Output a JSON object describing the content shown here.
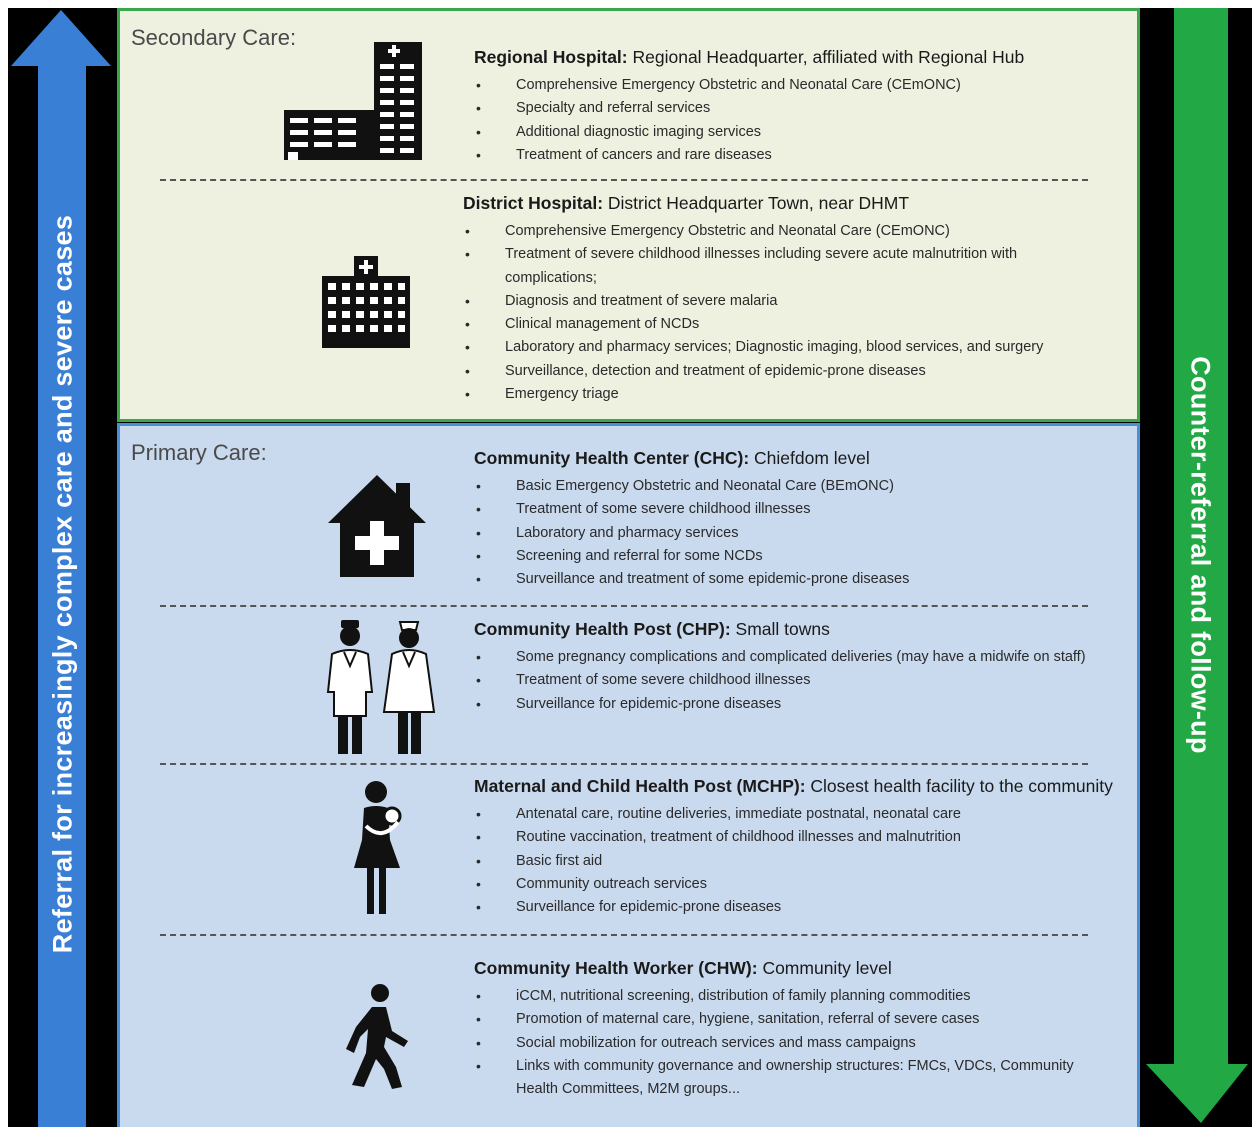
{
  "arrows": {
    "left_label": "Referral for increasingly complex care and severe cases",
    "left_color": "#3a7fd6",
    "right_label": "Counter-referral and follow-up",
    "right_color": "#22a844"
  },
  "secondary": {
    "label": "Secondary Care:",
    "bg_color": "#eef0e0",
    "border_color": "#3aa84a",
    "levels": [
      {
        "icon": "hospital-tower-icon",
        "name": "Regional Hospital:",
        "desc": " Regional Headquarter, affiliated with Regional Hub",
        "items": [
          "Comprehensive Emergency Obstetric and Neonatal Care (CEmONC)",
          "Specialty and referral services",
          "Additional diagnostic imaging services",
          "Treatment of cancers and rare diseases"
        ]
      },
      {
        "icon": "hospital-building-icon",
        "name": "District Hospital:",
        "desc": " District Headquarter Town, near DHMT",
        "items": [
          "Comprehensive Emergency Obstetric and Neonatal Care (CEmONC)",
          "Treatment of severe childhood illnesses  including severe acute malnutrition with complications;",
          "Diagnosis and treatment of severe malaria",
          "Clinical management of NCDs",
          "Laboratory and pharmacy services; Diagnostic imaging, blood services, and surgery",
          "Surveillance, detection and treatment of epidemic-prone diseases",
          "Emergency triage"
        ]
      }
    ]
  },
  "primary": {
    "label": "Primary Care:",
    "bg_color": "#c9d9ee",
    "border_color": "#4a90d9",
    "levels": [
      {
        "icon": "health-house-icon",
        "name": "Community Health Center (CHC):",
        "desc": " Chiefdom level",
        "items": [
          "Basic Emergency Obstetric and Neonatal Care (BEmONC)",
          "Treatment of some severe childhood illnesses",
          "Laboratory and pharmacy services",
          "Screening and referral for some NCDs",
          "Surveillance and treatment of some epidemic-prone diseases"
        ]
      },
      {
        "icon": "doctor-nurse-icon",
        "name": "Community Health Post (CHP):",
        "desc": " Small towns",
        "items": [
          "Some pregnancy complications and complicated deliveries (may have a midwife on staff)",
          "Treatment of some severe childhood illnesses",
          "Surveillance for epidemic-prone diseases"
        ]
      },
      {
        "icon": "mother-child-icon",
        "name": "Maternal and Child Health Post (MCHP):",
        "desc": " Closest health facility to the community",
        "items": [
          "Antenatal care, routine deliveries, immediate postnatal, neonatal care",
          "Routine vaccination, treatment of childhood illnesses and malnutrition",
          "Basic first aid",
          "Community outreach services",
          "Surveillance for epidemic-prone diseases"
        ]
      },
      {
        "icon": "walking-person-icon",
        "name": "Community Health Worker (CHW):",
        "desc": " Community level",
        "items": [
          "iCCM, nutritional screening, distribution of family planning commodities",
          "Promotion of maternal care, hygiene, sanitation, referral of severe cases",
          "Social mobilization for outreach services and mass campaigns",
          "Links with community governance and ownership structures: FMCs, VDCs, Community Health Committees, M2M groups..."
        ]
      }
    ]
  }
}
